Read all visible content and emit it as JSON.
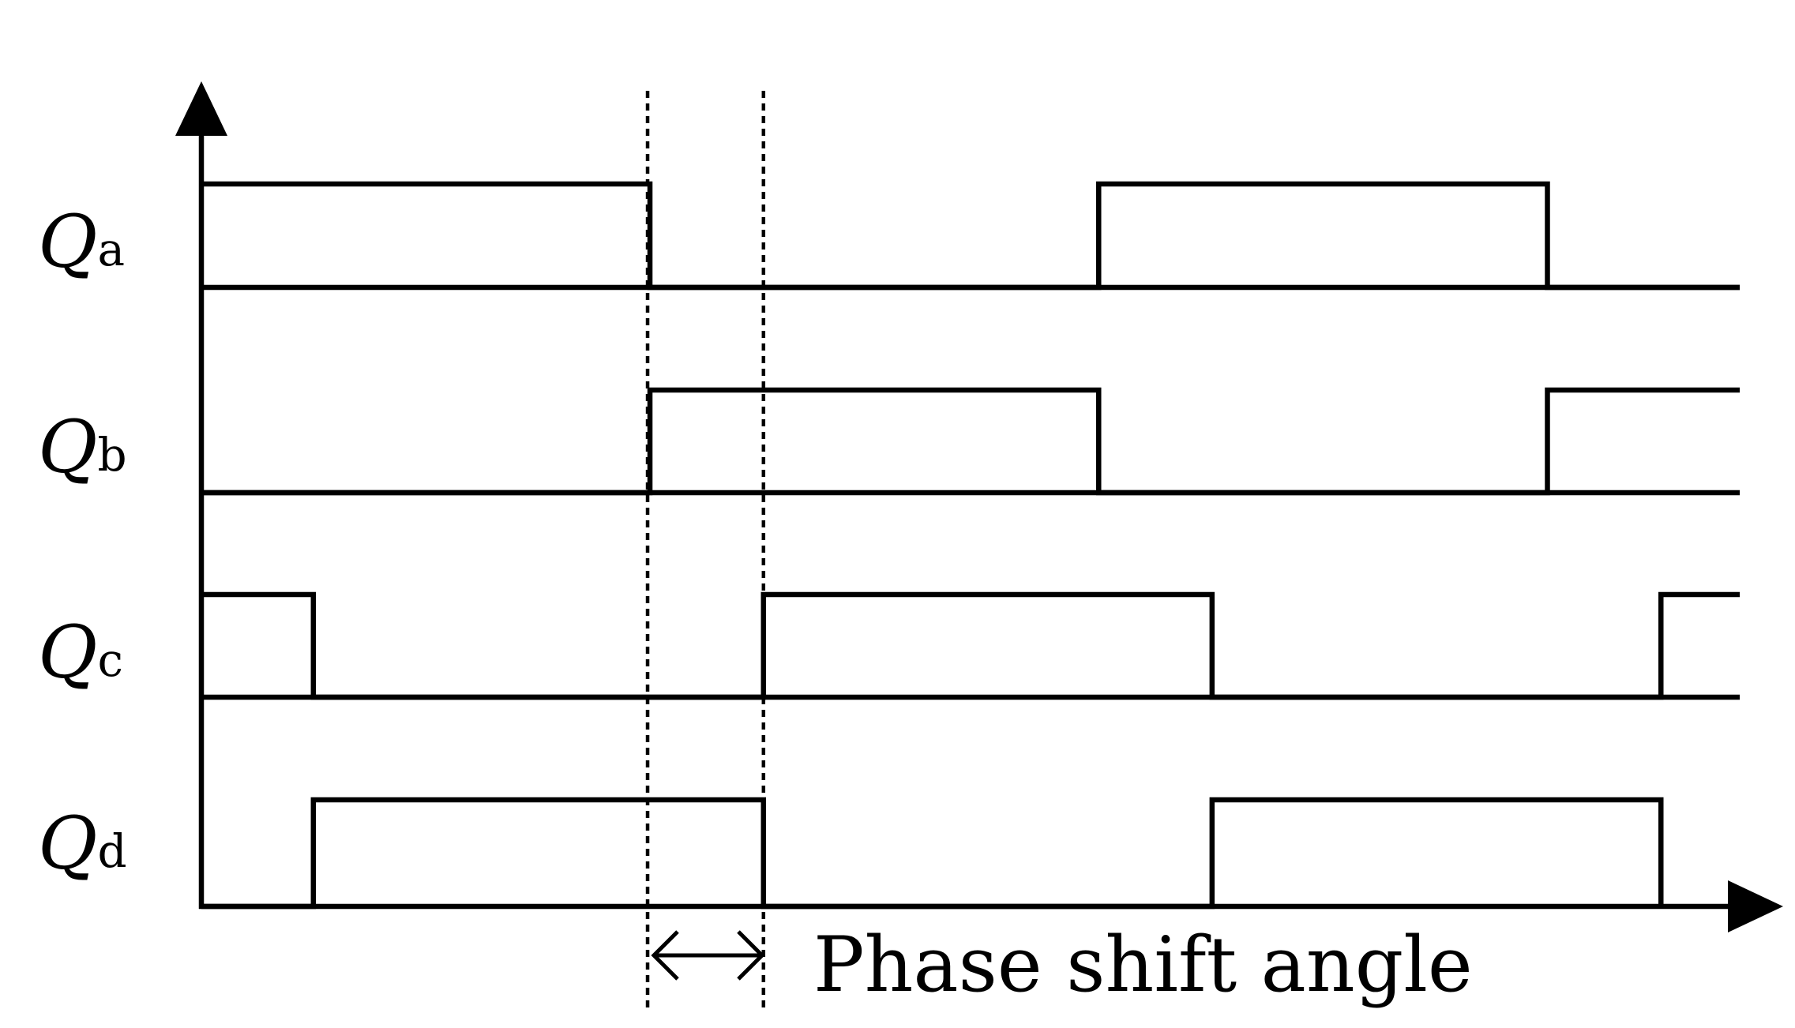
{
  "signals": [
    {
      "main": "Q",
      "sub": "a",
      "transitions": [
        [
          0,
          1
        ],
        [
          0.2916,
          0
        ],
        [
          0.5833,
          1
        ],
        [
          0.875,
          0
        ]
      ],
      "end": 1.0
    },
    {
      "main": "Q",
      "sub": "b",
      "transitions": [
        [
          0,
          0
        ],
        [
          0.2916,
          1
        ],
        [
          0.5833,
          0
        ],
        [
          0.875,
          1
        ]
      ],
      "end": 1.0
    },
    {
      "main": "Q",
      "sub": "c",
      "transitions": [
        [
          0,
          1
        ],
        [
          0.0728,
          0
        ],
        [
          0.3654,
          1
        ],
        [
          0.657,
          0
        ],
        [
          0.9488,
          1
        ]
      ],
      "end": 1.0
    },
    {
      "main": "Q",
      "sub": "d",
      "transitions": [
        [
          0,
          0
        ],
        [
          0.0728,
          1
        ],
        [
          0.3654,
          0
        ],
        [
          0.657,
          1
        ],
        [
          0.9488,
          0
        ]
      ],
      "end": 0.9488
    }
  ],
  "phase_shift": {
    "start": 0.2916,
    "end": 0.3654
  },
  "annotation": {
    "label": "Phase shift angle"
  }
}
